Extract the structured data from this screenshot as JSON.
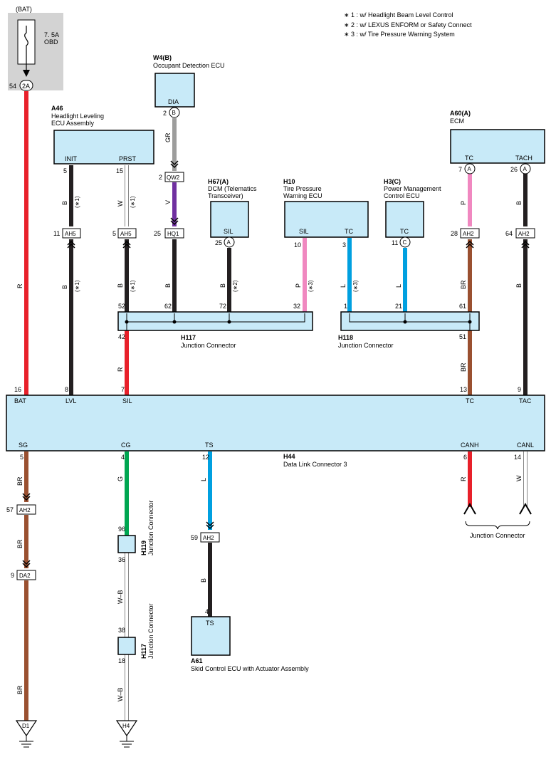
{
  "notes": [
    "∗ 1 : w/ Headlight Beam Level Control",
    "∗ 2 : w/ LEXUS ENFORM or Safety Connect",
    "∗ 3 : w/ Tire Pressure Warning System"
  ],
  "bat": {
    "label": "(BAT)",
    "fuse_amp": "7. 5A",
    "fuse_name": "OBD",
    "pin": "54",
    "connector": "2A"
  },
  "components": {
    "w4": {
      "code": "W4(B)",
      "name": "Occupant Detection ECU",
      "terminal": "DIA",
      "pin": "2",
      "conn": "B"
    },
    "a46": {
      "code": "A46",
      "name1": "Headlight Leveling",
      "name2": "ECU Assembly",
      "t_init": "INIT",
      "t_prst": "PRST",
      "pin_init": "5",
      "pin_prst": "15"
    },
    "h67": {
      "code": "H67(A)",
      "name1": "DCM (Telematics",
      "name2": "Transceiver)",
      "terminal": "SIL",
      "pin": "25",
      "conn": "A"
    },
    "h10": {
      "code": "H10",
      "name1": "Tire Pressure",
      "name2": "Warning ECU",
      "t_sil": "SIL",
      "t_tc": "TC",
      "pin_sil": "10",
      "pin_tc": "3"
    },
    "h3": {
      "code": "H3(C)",
      "name1": "Power Management",
      "name2": "Control ECU",
      "terminal": "TC",
      "pin": "11",
      "conn": "C"
    },
    "a60": {
      "code": "A60(A)",
      "name": "ECM",
      "t_tc": "TC",
      "t_tach": "TACH",
      "pin_tc": "7",
      "pin_tach": "26",
      "conn": "A"
    },
    "h117": {
      "code": "H117",
      "name": "Junction Connector",
      "pins_top": [
        "52",
        "62",
        "72",
        "32"
      ],
      "pin_bottom": "42"
    },
    "h118": {
      "code": "H118",
      "name": "Junction Connector",
      "pins_top": [
        "1",
        "21",
        "61"
      ],
      "pin_bottom": "51"
    },
    "h44": {
      "code": "H44",
      "name": "Data Link Connector 3",
      "top_terms": [
        {
          "term": "BAT",
          "pin": "16"
        },
        {
          "term": "LVL",
          "pin": "8"
        },
        {
          "term": "SIL",
          "pin": "7"
        },
        {
          "term": "TC",
          "pin": "13"
        },
        {
          "term": "TAC",
          "pin": "9"
        }
      ],
      "bottom_terms": [
        {
          "term": "SG",
          "pin": "5"
        },
        {
          "term": "CG",
          "pin": "4"
        },
        {
          "term": "TS",
          "pin": "12"
        },
        {
          "term": "CANH",
          "pin": "6"
        },
        {
          "term": "CANL",
          "pin": "14"
        }
      ]
    },
    "h119": {
      "code": "H119",
      "name": "Junction Connector",
      "pin_top": "96",
      "pin_bottom": "36"
    },
    "h117b": {
      "code": "H117",
      "name": "Junction Connector",
      "pin_top": "38",
      "pin_bottom": "18"
    },
    "a61": {
      "code": "A61",
      "name": "Skid Control ECU with Actuator Assembly",
      "terminal": "TS",
      "pin": "4"
    },
    "can_jc": {
      "name": "Junction Connector"
    }
  },
  "inline_connectors": {
    "qw2": {
      "name": "QW2",
      "pin": "2"
    },
    "hq1": {
      "name": "HQ1",
      "pin": "25"
    },
    "ah5_a": {
      "name": "AH5",
      "pin": "11"
    },
    "ah5_b": {
      "name": "AH5",
      "pin": "5"
    },
    "ah2_tc": {
      "name": "AH2",
      "pin": "28"
    },
    "ah2_tach": {
      "name": "AH2",
      "pin": "64"
    },
    "ah2_sg": {
      "name": "AH2",
      "pin": "57"
    },
    "da2": {
      "name": "DA2",
      "pin": "9"
    },
    "ah2_ts": {
      "name": "AH2",
      "pin": "59"
    }
  },
  "grounds": {
    "d1": "D1",
    "h4": "H4"
  },
  "wire_colors": {
    "bat": "R",
    "gr": "GR",
    "v": "V",
    "b": "B",
    "w": "W",
    "p": "P",
    "l": "L",
    "br": "BR",
    "g": "G",
    "wb": "W–B",
    "r": "R"
  },
  "option_marks": {
    "s1": "(∗1)",
    "s2": "(∗2)",
    "s3": "(∗3)"
  },
  "colors": {
    "red": "#e8202a",
    "black": "#231f20",
    "gray": "#9d9d9c",
    "purple": "#7030a0",
    "pink": "#f088c0",
    "blue": "#00a0e0",
    "brown": "#9a5030",
    "green": "#00a651",
    "box": "#c8eaf8",
    "shade": "#d3d3d3"
  }
}
